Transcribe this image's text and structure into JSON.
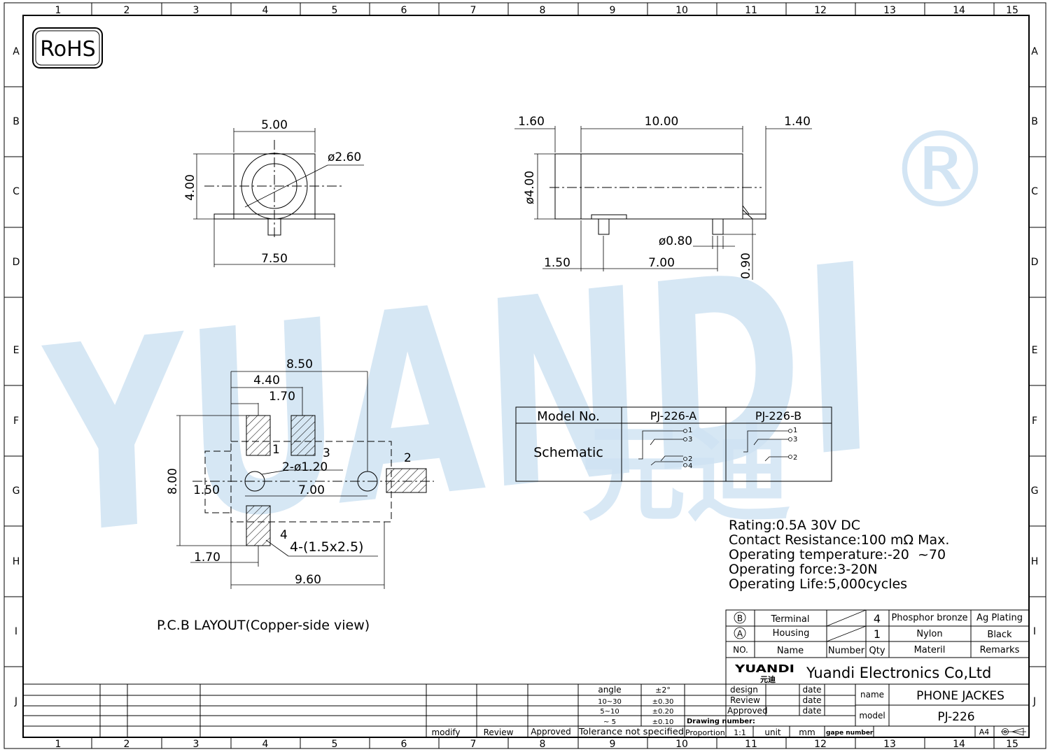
{
  "frame": {
    "cols": [
      "1",
      "2",
      "3",
      "4",
      "5",
      "6",
      "7",
      "8",
      "9",
      "10",
      "11",
      "12",
      "13",
      "14",
      "15"
    ],
    "rows": [
      "A",
      "B",
      "C",
      "D",
      "E",
      "F",
      "G",
      "H",
      "I",
      "J"
    ]
  },
  "badge": "RoHS",
  "watermark": {
    "logo": "YUANDI",
    "mark": "®",
    "chinese": "元迪"
  },
  "front_view": {
    "width": "5.00",
    "height": "4.00",
    "hole": "ø2.60",
    "base": "7.50"
  },
  "side_view": {
    "front_len": "1.60",
    "body_len": "10.00",
    "rear_len": "1.40",
    "dia": "ø4.00",
    "pin_dia": "ø0.80",
    "pin_off": "1.50",
    "pin_pitch": "7.00",
    "pin_h": "0.90"
  },
  "pcb": {
    "w_total": "8.50",
    "w_mid": "4.40",
    "w_pad": "1.70",
    "height": "8.00",
    "holes": "2-ø1.20",
    "left": "1.50",
    "pitch": "7.00",
    "pad_off": "1.70",
    "overall": "9.60",
    "pad_size": "4-(1.5x2.5)",
    "pad_labels": [
      "1",
      "3",
      "2",
      "4"
    ],
    "title": "P.C.B LAYOUT(Copper-side view)"
  },
  "model_table": {
    "hdr_model": "Model No.",
    "hdr_a": "PJ-226-A",
    "hdr_b": "PJ-226-B",
    "row_label": "Schematic",
    "a_pins": [
      "1",
      "3",
      "2",
      "4"
    ],
    "b_pins": [
      "1",
      "3",
      "2"
    ]
  },
  "specs": [
    "Rating:0.5A 30V DC",
    "Contact Resistance:100 mΩ Max.",
    "Operating temperature:-20  ~70",
    "Operating force:3-20N",
    "Operating Life:5,000cycles"
  ],
  "bom": {
    "rows": [
      {
        "no": "B",
        "name": "Terminal",
        "qty": "4",
        "material": "Phosphor bronze",
        "remarks": "Ag Plating"
      },
      {
        "no": "A",
        "name": "Housing",
        "qty": "1",
        "material": "Nylon",
        "remarks": "Black"
      }
    ],
    "header": {
      "no": "NO.",
      "name": "Name",
      "number": "Number",
      "qty": "Qty",
      "material": "Materil",
      "remarks": "Remarks"
    }
  },
  "title_block": {
    "company_logo": "YUANDI",
    "company_logo_cn": "元迪",
    "company": "Yuandi Electronics Co,Ltd",
    "design": "design",
    "review": "Review",
    "approved": "Approved",
    "date": "date",
    "name_label": "name",
    "name_value": "PHONE JACKES",
    "model_label": "model",
    "model_value": "PJ-226",
    "drawing_number": "Drawing number:",
    "proportion": "Proportion",
    "scale": "1:1",
    "unit": "unit",
    "unit_value": "mm",
    "gape_number": "gape number",
    "sheet": "A4",
    "tol": [
      {
        "range": "angle",
        "val": "±2°"
      },
      {
        "range": "10~30",
        "val": "±0.30"
      },
      {
        "range": "5~10",
        "val": "±0.20"
      },
      {
        "range": "~ 5",
        "val": "±0.10"
      }
    ],
    "tol_label": "Tolerance not specified",
    "rev_modify": "modify",
    "rev_review": "Review",
    "rev_approved": "Approved"
  }
}
